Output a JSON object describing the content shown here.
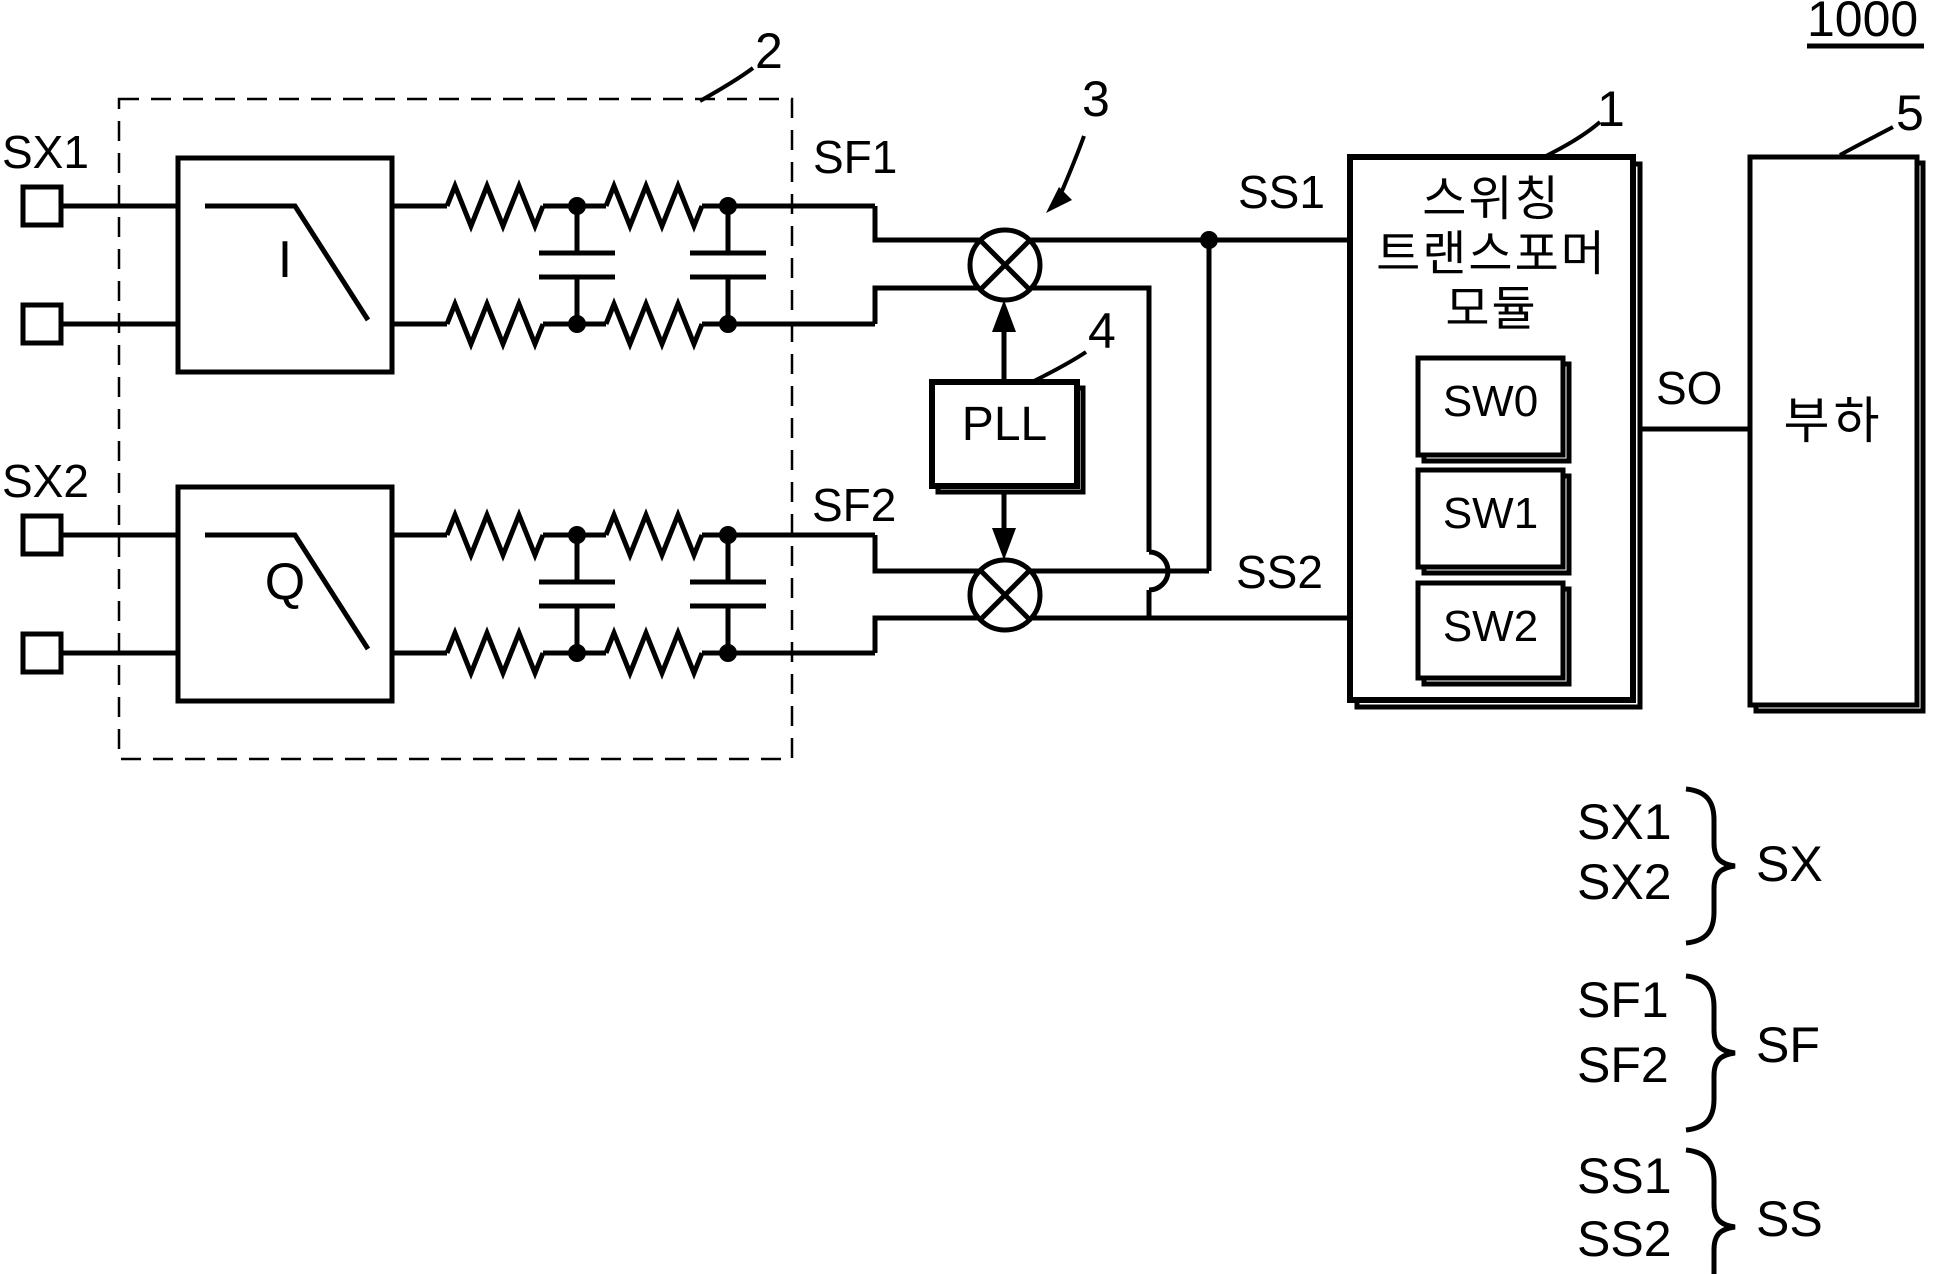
{
  "figure": {
    "number": "1000"
  },
  "refs": {
    "module": "1",
    "filter_block": "2",
    "mixer": "3",
    "pll": "4",
    "load": "5"
  },
  "terminals": {
    "sx1": "SX1",
    "sx2": "SX2"
  },
  "blocks": {
    "i_filter": "I",
    "q_filter": "Q",
    "pll": "PLL",
    "module": {
      "title_lines": [
        "스위칭",
        "트랜스포머",
        "모듈"
      ],
      "switches": [
        "SW0",
        "SW1",
        "SW2"
      ]
    },
    "load": "부하"
  },
  "signals": {
    "sf1": "SF1",
    "sf2": "SF2",
    "ss1": "SS1",
    "ss2": "SS2",
    "so": "SO"
  },
  "legend": [
    {
      "members": [
        "SX1",
        "SX2"
      ],
      "group": "SX"
    },
    {
      "members": [
        "SF1",
        "SF2"
      ],
      "group": "SF"
    },
    {
      "members": [
        "SS1",
        "SS2"
      ],
      "group": "SS"
    }
  ],
  "colors": {
    "ink": "#000000",
    "background": "#ffffff"
  }
}
